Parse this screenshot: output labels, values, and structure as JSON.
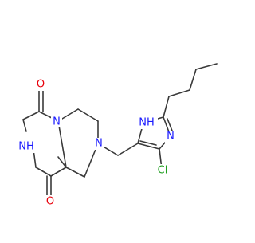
{
  "molecule": {
    "atoms": {
      "o_top": "O",
      "o_bottom": "O",
      "nh_left": "NH",
      "n_center": "N",
      "n_right": "N",
      "nh_imidazole": "NH",
      "cl": "Cl"
    }
  },
  "colors": {
    "bond": "#3a3a3a",
    "oxygen": "#e8000b",
    "nitrogen": "#1a1aff",
    "chlorine": "#1f9e1f",
    "background": "#ffffff"
  }
}
